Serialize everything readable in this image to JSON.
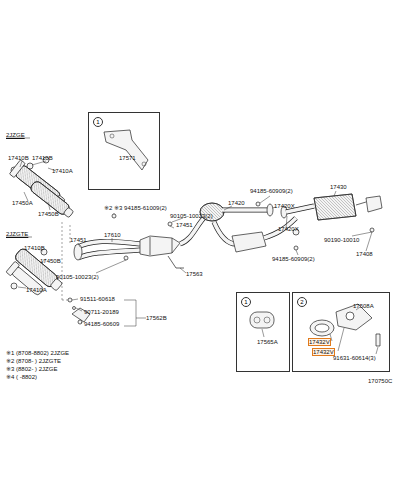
{
  "diagram": {
    "nodes": [
      {
        "text": [
          "1",
          "17571"
        ]
      },
      {
        "text": [
          "1",
          "17565A"
        ]
      },
      {
        "text": [
          "2",
          "17508A",
          "17432V",
          "17432V",
          "91631-60614(3)"
        ]
      }
    ],
    "labels": [
      "2JZGE",
      "17410B",
      "17410B",
      "17410A",
      "17450A",
      "17450B",
      "2JZGTE",
      "17410B",
      "17450B",
      "17410A",
      "17451",
      "17610",
      "90105-10023(2)",
      "91511-60618",
      "90711-20189",
      "94185-60609",
      "17562B",
      "17563",
      "※2 ※3 94185-61009(2)",
      "90105-10023(2)",
      "17451",
      "17420",
      "94185-60909(2)",
      "17430",
      "17420X",
      "17420X",
      "94185-60909(2)",
      "90190-10010",
      "17408",
      "※1 (8708-8802) 2JZGE",
      "※2 (8708-     ) 2JZGTE",
      "※3 (8802-     ) 2JZGE",
      "※4 (     -8802)",
      "170750C"
    ]
  }
}
